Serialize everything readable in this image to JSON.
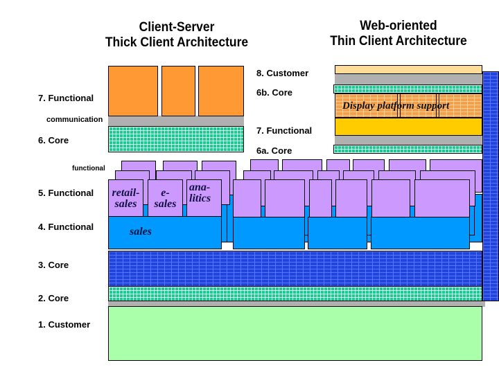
{
  "titles": {
    "left": [
      "Client-Server",
      "Thick Client Architecture"
    ],
    "right": [
      "Web-oriented",
      "Thin Client Architecture"
    ]
  },
  "left_labels": {
    "functional7": "7. Functional",
    "communication": "communication",
    "core6": "6. Core",
    "functional_small": "functional",
    "functional5": "5. Functional",
    "functional4": "4. Functional",
    "core3": "3. Core",
    "core2": "2. Core",
    "customer1": "1. Customer"
  },
  "middle_labels": {
    "customer8": "8. Customer",
    "core6b": "6b. Core",
    "functional7": "7. Functional",
    "core6a": "6a. Core"
  },
  "blocks": {
    "retail_sales": [
      "retail-",
      "sales"
    ],
    "e_sales": [
      "e-",
      "sales"
    ],
    "analitics": [
      "ana-",
      "litics"
    ],
    "sales": "sales",
    "display_platform": "Display platform  support"
  },
  "colors": {
    "orange": "#ff9933",
    "teal_brick": "#1fc98f",
    "blue_brick": "#2244dd",
    "violet": "#cc99ff",
    "azure": "#0099ff",
    "mint": "#aaffaa",
    "yellow": "#ffcc00",
    "peach": "#ffdd99",
    "gray": "#b0b0b0"
  }
}
